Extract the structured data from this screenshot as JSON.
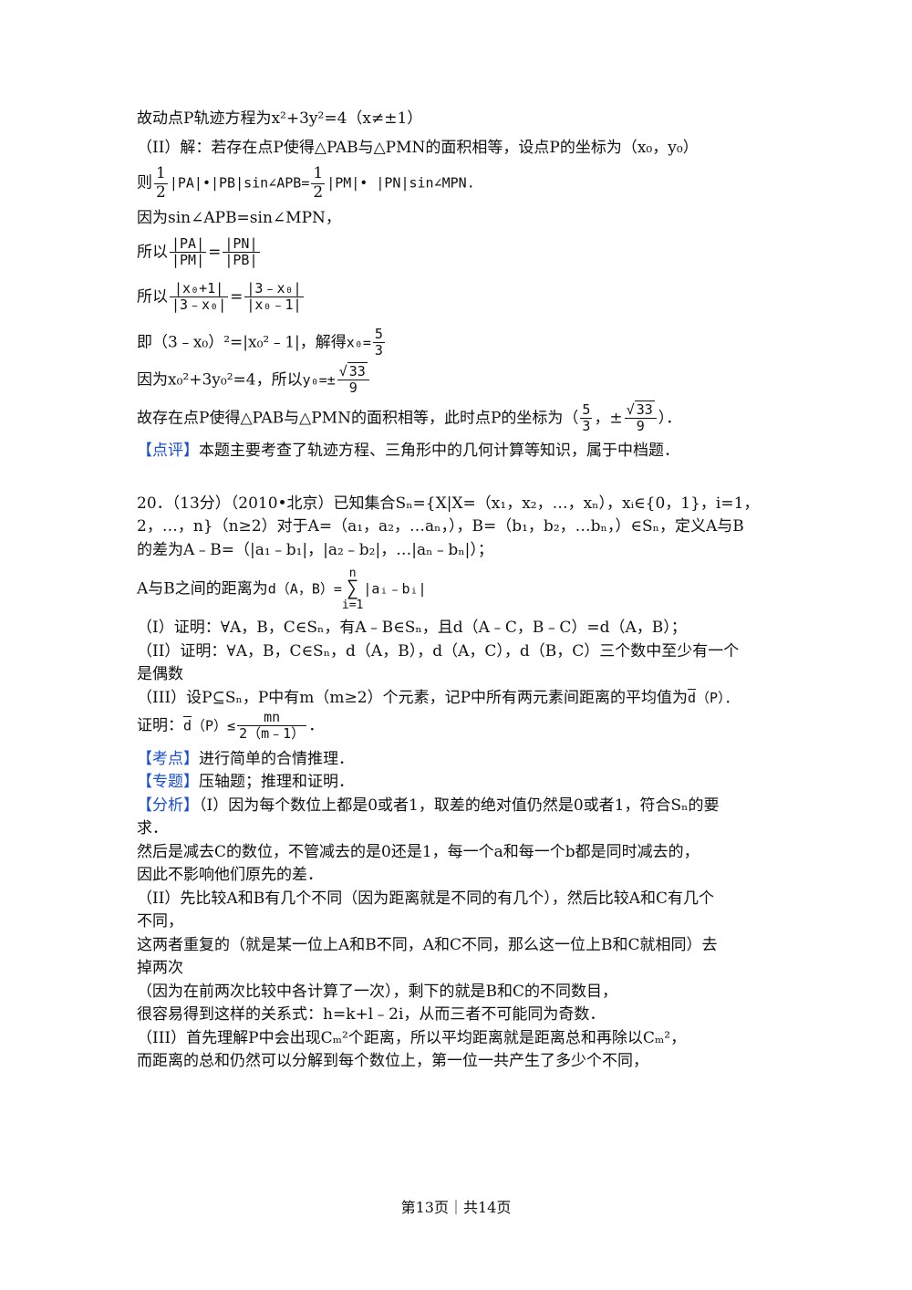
{
  "lines": {
    "l1": "故动点P轨迹方程为x²+3y²=4（x≠±1）",
    "l2": "（II）解：若存在点P使得△PAB与△PMN的面积相等，设点P的坐标为（x₀，y₀）",
    "l3_prefix": "则",
    "l3_mid1": "|PA|•|PB|sin∠APB=",
    "l3_mid2": "|PM|• |PN|sin∠MPN.",
    "l4": "因为sin∠APB=sin∠MPN，",
    "l5_prefix": "所以",
    "l6_prefix": "所以",
    "l7_prefix": "即（3﹣x₀）²=|x₀²﹣1|，解得",
    "l7_var": "x₀=",
    "l8_prefix": "因为x₀²+3y₀²=4，所以",
    "l8_var": "y₀=±",
    "l9_prefix": "故存在点P使得△PAB与△PMN的面积相等，此时点P的坐标为（",
    "l9_mid": "，±",
    "l9_end": "）．",
    "comment_tag": "【点评】",
    "comment_text": "本题主要考查了轨迹方程、三角形中的几何计算等知识，属于中档题．"
  },
  "frac": {
    "half_num": "1",
    "half_den": "2",
    "pa_pm_num": "|PA|",
    "pa_pm_den": "|PM|",
    "eq": "=",
    "pn_pb_num": "|PN|",
    "pn_pb_den": "|PB|",
    "x1_num": "|x₀+1|",
    "x1_den": "|3﹣x₀|",
    "x2_num": "|3﹣x₀|",
    "x2_den": "|x₀﹣1|",
    "five_num": "5",
    "five_den": "3",
    "sqrt_val": "33",
    "nine_den": "9"
  },
  "problem20": {
    "p1": "20．（13分）（2010•北京）已知集合Sₙ={X|X=（x₁，x₂，…，xₙ），xᵢ∈{0，1}，i=1，",
    "p2": "2，…，n}（n≥2）对于A=（a₁，a₂，…aₙ，），B=（b₁，b₂，…bₙ，）∈Sₙ，定义A与B",
    "p3": "的差为A﹣B=（|a₁﹣b₁|，|a₂﹣b₂|，…|aₙ﹣bₙ|）；",
    "p4_prefix": "A与B之间的距离为",
    "p4_d": "d（A，B）=",
    "p4_top": "n",
    "p4_sigma": "∑",
    "p4_bottom": "i=1",
    "p4_term": "|aᵢ﹣bᵢ|",
    "q1": "（I）证明：∀A，B，C∈Sₙ，有A﹣B∈Sₙ，且d（A﹣C，B﹣C）=d（A，B）；",
    "q2a": "（II）证明：∀A，B，C∈Sₙ，d（A，B），d（A，C），d（B，C）三个数中至少有一个",
    "q2b": "是偶数",
    "q3_prefix": "（III）设P⊆Sₙ，P中有m（m≥2）个元素，记P中所有两元素间距离的平均值为",
    "q3_d": "d",
    "q3_end": "（P）．",
    "q4_prefix": "证明：",
    "q4_d": "d",
    "q4_mid": "（P）≤",
    "q4_num": "mn",
    "q4_den": "2（m﹣1）",
    "q4_end": "．",
    "k1_tag": "【考点】",
    "k1_text": "进行简单的合情推理．",
    "k2_tag": "【专题】",
    "k2_text": "压轴题；推理和证明．",
    "k3_tag": "【分析】",
    "k3_text": "（I）因为每个数位上都是0或者1，取差的绝对值仍然是0或者1，符合Sₙ的要",
    "a1": "求．",
    "a2": "然后是减去C的数位，不管减去的是0还是1，每一个a和每一个b都是同时减去的，",
    "a3": "因此不影响他们原先的差．",
    "a4": "（II）先比较A和B有几个不同（因为距离就是不同的有几个），然后比较A和C有几个",
    "a5": "不同，",
    "a6": "这两者重复的（就是某一位上A和B不同，A和C不同，那么这一位上B和C就相同）去",
    "a7": "掉两次",
    "a8": "（因为在前两次比较中各计算了一次），剩下的就是B和C的不同数目，",
    "a9": "很容易得到这样的关系式：h=k+l﹣2i，从而三者不可能同为奇数．",
    "a10": "（III）首先理解P中会出现Cₘ²个距离，所以平均距离就是距离总和再除以Cₘ²，",
    "a11": "而距离的总和仍然可以分解到每个数位上，第一位一共产生了多少个不同，"
  },
  "footer": "第13页｜共14页"
}
